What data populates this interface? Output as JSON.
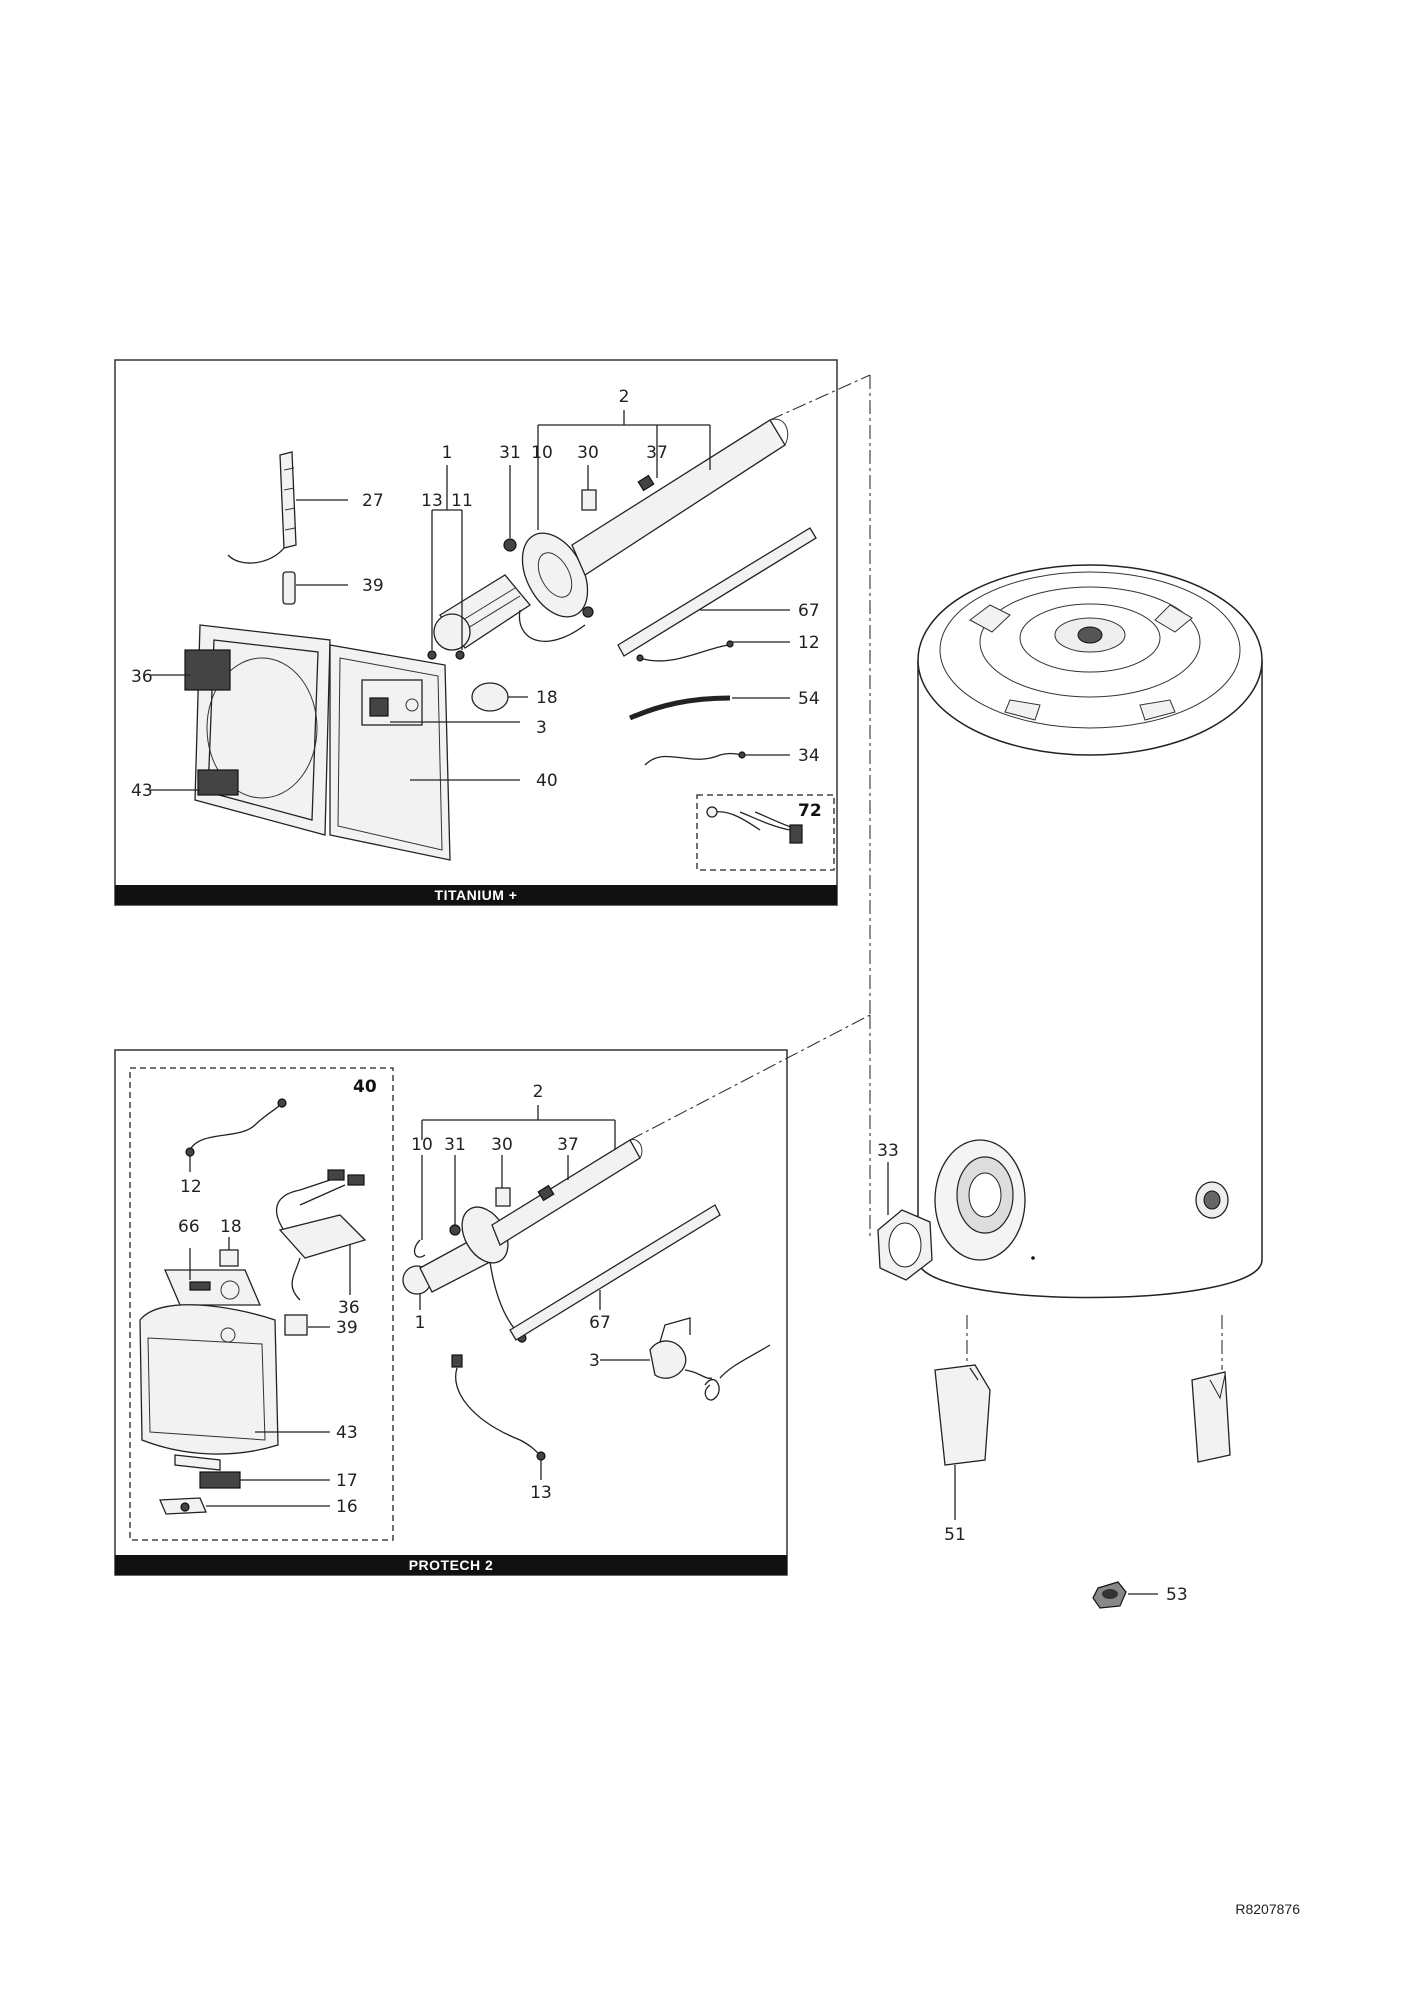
{
  "panels": {
    "top": {
      "title": "TITANIUM +"
    },
    "bottom": {
      "title": "PROTECH 2"
    }
  },
  "labels": {
    "t1": "1",
    "t2": "2",
    "t3": "3",
    "t10": "10",
    "t11": "11",
    "t12": "12",
    "t13": "13",
    "t18": "18",
    "t27": "27",
    "t30": "30",
    "t31": "31",
    "t34": "34",
    "t36": "36",
    "t37": "37",
    "t39": "39",
    "t40": "40",
    "t43": "43",
    "t54": "54",
    "t67": "67",
    "t72": "72",
    "b1": "1",
    "b2": "2",
    "b3": "3",
    "b10": "10",
    "b12": "12",
    "b13": "13",
    "b16": "16",
    "b17": "17",
    "b18": "18",
    "b30": "30",
    "b31": "31",
    "b36": "36",
    "b37": "37",
    "b39": "39",
    "b40": "40",
    "b43": "43",
    "b66": "66",
    "b67": "67",
    "r33": "33",
    "r51": "51",
    "r53": "53"
  },
  "reference": "R8207876"
}
